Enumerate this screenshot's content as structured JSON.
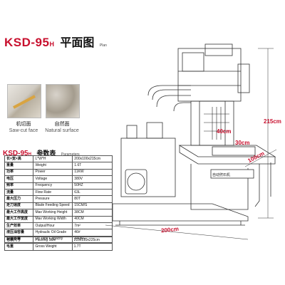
{
  "header": {
    "model": "KSD-95",
    "model_suffix": "H",
    "title_cn": "平面图",
    "title_en": "Plan"
  },
  "samples": [
    {
      "cn": "机切面",
      "en": "Saw-cut face"
    },
    {
      "cn": "自然面",
      "en": "Natural surface"
    }
  ],
  "params": {
    "model": "KSD-95",
    "model_suffix": "H",
    "title_cn": "参数表",
    "title_en": "Parameters",
    "rows": [
      {
        "cn": "长×宽×高",
        "en": "L*W*H",
        "value": "200x100x215cm"
      },
      {
        "cn": "重量",
        "en": "Weight",
        "value": "1.6T"
      },
      {
        "cn": "功率",
        "en": "Power",
        "value": "11KW"
      },
      {
        "cn": "电压",
        "en": "Voltage",
        "value": "380V"
      },
      {
        "cn": "频率",
        "en": "Frequency",
        "value": "50HZ"
      },
      {
        "cn": "流量",
        "en": "Flow Rate",
        "value": "63L"
      },
      {
        "cn": "最大压力",
        "en": "Pressure",
        "value": "80T"
      },
      {
        "cn": "走刀速度",
        "en": "Blade Feeding Speed",
        "value": "15CM/S"
      },
      {
        "cn": "最大工作高度",
        "en": "Max Working Height",
        "value": "38CM"
      },
      {
        "cn": "最大工作宽度",
        "en": "Max Working Width",
        "value": "40CM"
      },
      {
        "cn": "生产效率",
        "en": "Output/Hour",
        "value": "7m²"
      },
      {
        "cn": "液压油容量",
        "en": "Hydraulic Oil Grade",
        "value": "46#"
      },
      {
        "cn": "油箱容量",
        "en": "Oil Tank Capacity",
        "value": "340KG"
      }
    ],
    "packing": [
      {
        "cn": "包装尺寸",
        "en": "Packing Size",
        "value": "210x110x225cm"
      },
      {
        "cn": "毛重",
        "en": "Gross Weight",
        "value": "1.7T"
      }
    ]
  },
  "dimensions": {
    "height": "215cm",
    "width40": "40cm",
    "depth30": "30cm",
    "width100": "100cm",
    "length": "200cm"
  },
  "machine": {
    "brand_plate": "自动劈石机"
  },
  "colors": {
    "accent": "#c8102e"
  }
}
